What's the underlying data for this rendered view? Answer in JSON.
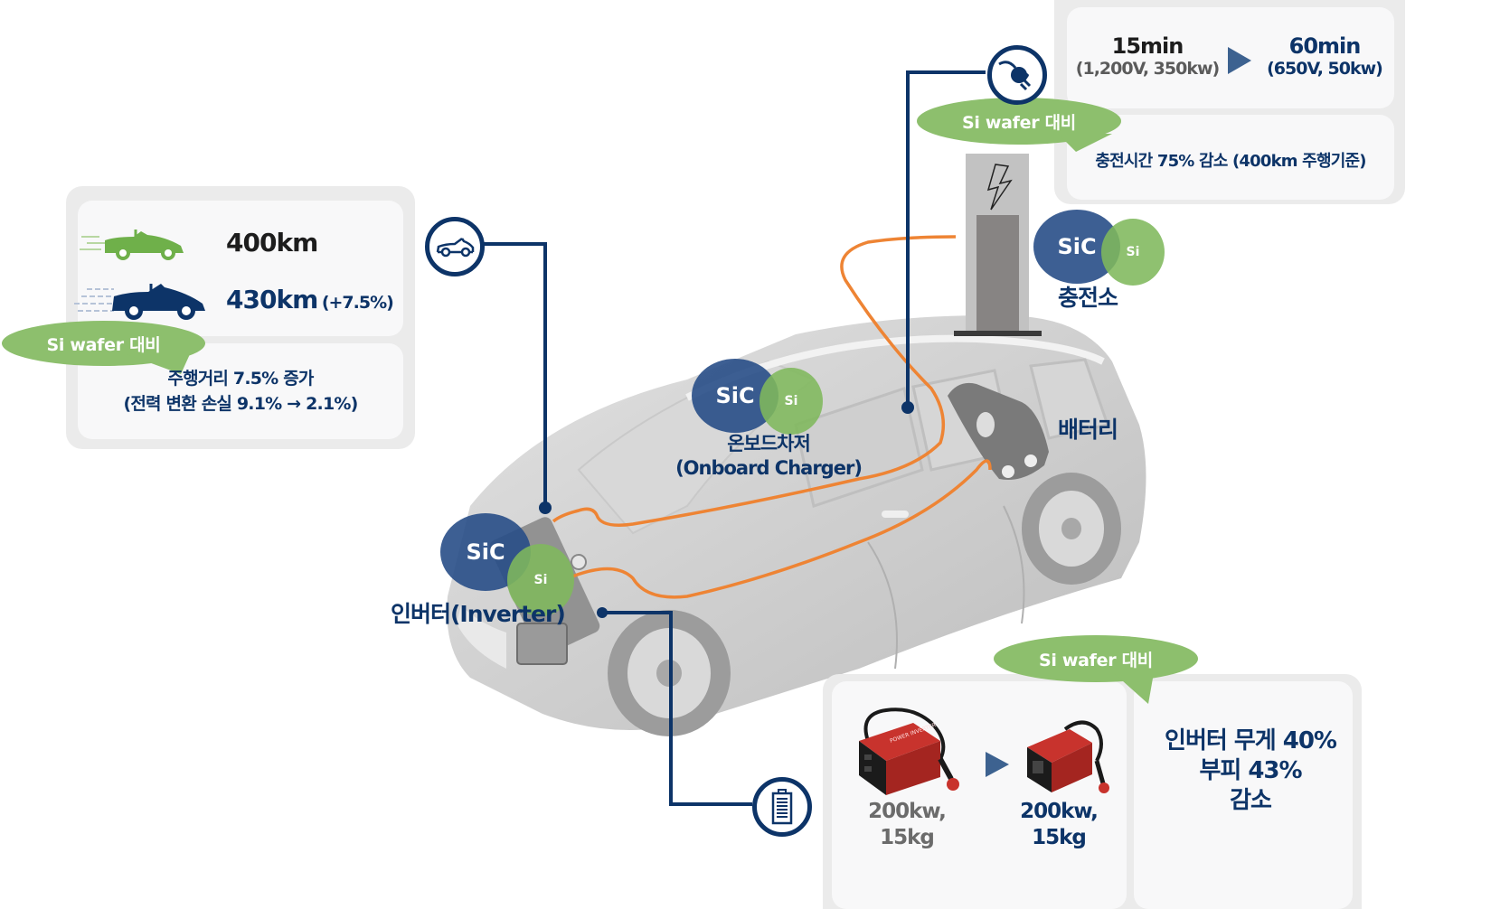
{
  "range_panel": {
    "si_value": "400km",
    "sic_value": "430km",
    "sic_delta": "(+7.5%)",
    "bubble": "Si wafer 대비",
    "summary_line1": "주행거리 7.5% 증가",
    "summary_line2": "(전력 변환 손실 9.1% → 2.1%)",
    "icons": [
      "green-car-icon",
      "navy-car-icon"
    ]
  },
  "charging_panel": {
    "sic_time": "15min",
    "sic_spec": "(1,200V, 350kw)",
    "si_time": "60min",
    "si_spec": "(650V, 50kw)",
    "bubble": "Si wafer 대비",
    "summary": "충전시간 75% 감소 (400km 주행기준)"
  },
  "inverter_panel": {
    "bubble": "Si wafer 대비",
    "si_label_line1": "200kw,",
    "si_label_line2": "15kg",
    "sic_label_line1": "200kw,",
    "sic_label_line2": "15kg",
    "summary_line1": "인버터 무게 40%",
    "summary_line2": "부피 43%",
    "summary_line3": "감소"
  },
  "components": {
    "inverter": {
      "label": "인버터(Inverter)",
      "sic": "SiC",
      "si": "Si"
    },
    "onboard_charger": {
      "label_line1": "온보드차저",
      "label_line2": "(Onboard Charger)",
      "sic": "SiC",
      "si": "Si"
    },
    "charging_station": {
      "label": "충전소",
      "sic": "SiC",
      "si": "Si"
    },
    "battery": {
      "label": "배터리"
    }
  },
  "colors": {
    "navy": "#0d3468",
    "sic_blue": "#284e87",
    "si_green": "#80b85c",
    "bubble_green": "#8dbf6d",
    "cable_orange": "#ee8434",
    "arrow_blue": "#3d6290"
  }
}
